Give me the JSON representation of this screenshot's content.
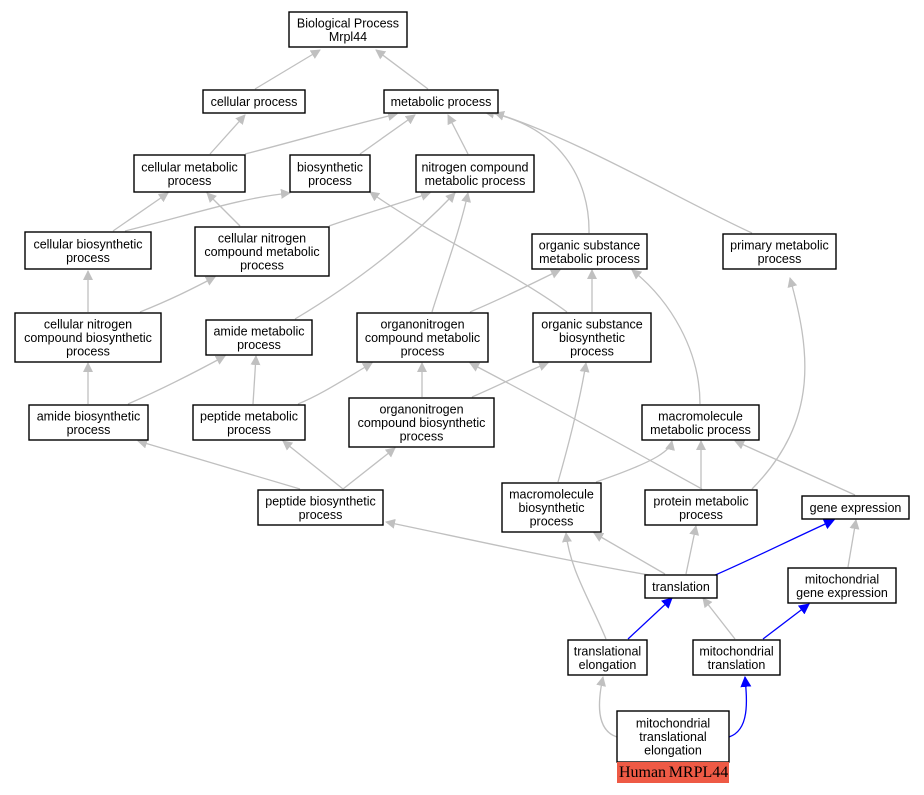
{
  "colors": {
    "gray_edge": "#c0c0c0",
    "blue_edge": "#0000ff",
    "badge_fill": "#ee5a45"
  },
  "nodes": {
    "bp": [
      "Biological Process",
      "Mrpl44"
    ],
    "cellular": [
      "cellular process"
    ],
    "metabolic": [
      "metabolic process"
    ],
    "cell_met": [
      "cellular metabolic",
      "process"
    ],
    "biosynth": [
      "biosynthetic",
      "process"
    ],
    "nitro_met": [
      "nitrogen compound",
      "metabolic process"
    ],
    "cell_bio": [
      "cellular biosynthetic",
      "process"
    ],
    "cell_nitro_met": [
      "cellular nitrogen",
      "compound metabolic",
      "process"
    ],
    "org_sub_met": [
      "organic substance",
      "metabolic process"
    ],
    "primary_met": [
      "primary metabolic",
      "process"
    ],
    "cell_nitro_bio": [
      "cellular nitrogen",
      "compound biosynthetic",
      "process"
    ],
    "amide_met": [
      "amide metabolic",
      "process"
    ],
    "organonitro_met": [
      "organonitrogen",
      "compound metabolic",
      "process"
    ],
    "org_sub_bio": [
      "organic substance",
      "biosynthetic",
      "process"
    ],
    "amide_bio": [
      "amide biosynthetic",
      "process"
    ],
    "peptide_met": [
      "peptide metabolic",
      "process"
    ],
    "organonitro_bio": [
      "organonitrogen",
      "compound biosynthetic",
      "process"
    ],
    "macro_met": [
      "macromolecule",
      "metabolic process"
    ],
    "peptide_bio": [
      "peptide biosynthetic",
      "process"
    ],
    "macro_bio": [
      "macromolecule",
      "biosynthetic",
      "process"
    ],
    "protein_met": [
      "protein metabolic",
      "process"
    ],
    "gene_expr": [
      "gene expression"
    ],
    "translation": [
      "translation"
    ],
    "mito_gene_expr": [
      "mitochondrial",
      "gene expression"
    ],
    "trans_elong": [
      "translational",
      "elongation"
    ],
    "mito_trans": [
      "mitochondrial",
      "translation"
    ],
    "mito_trans_elong": [
      "mitochondrial",
      "translational",
      "elongation"
    ]
  },
  "badge": {
    "species": "Human",
    "gene": "MRPL44"
  }
}
